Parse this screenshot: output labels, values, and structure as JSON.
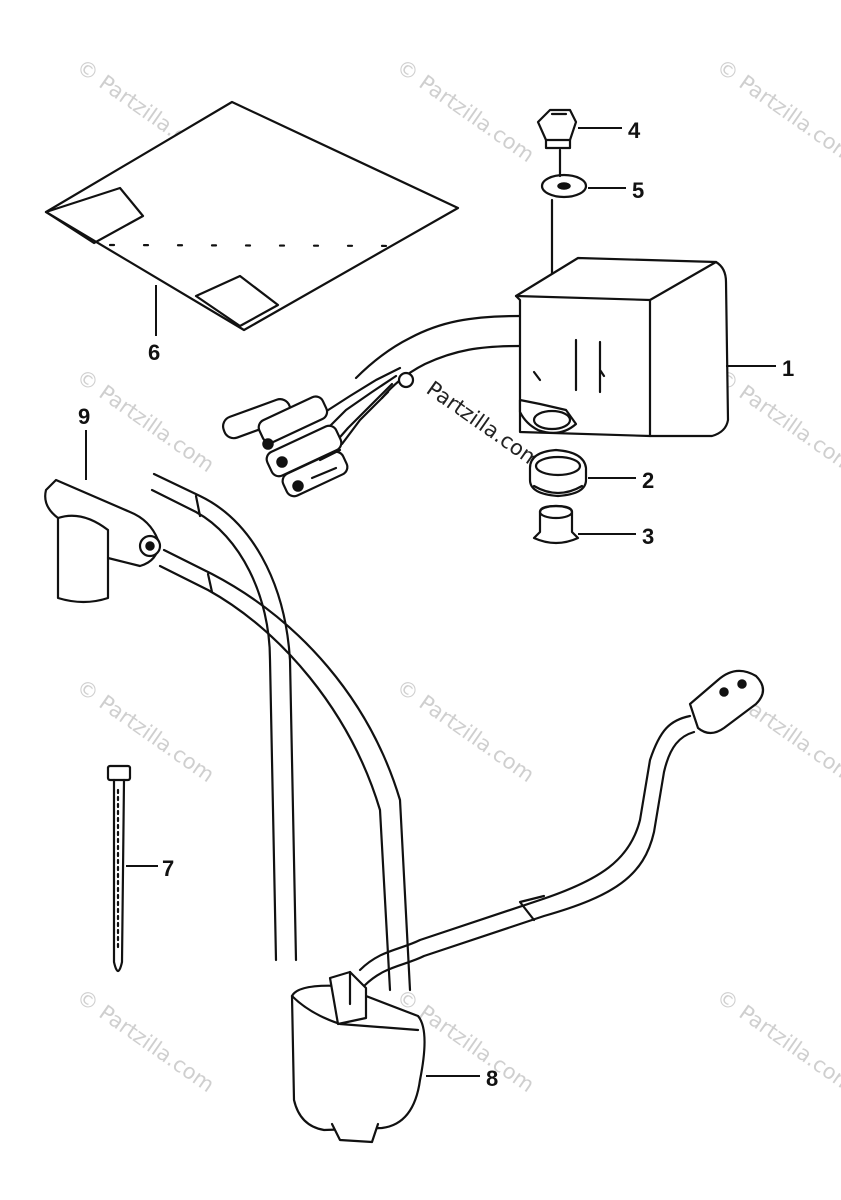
{
  "callouts": {
    "c1": "1",
    "c2": "2",
    "c3": "3",
    "c4": "4",
    "c5": "5",
    "c6": "6",
    "c7": "7",
    "c8": "8",
    "c9": "9"
  },
  "watermark": {
    "text": "© Partzilla.com",
    "center_text": "Partzilla.com"
  }
}
